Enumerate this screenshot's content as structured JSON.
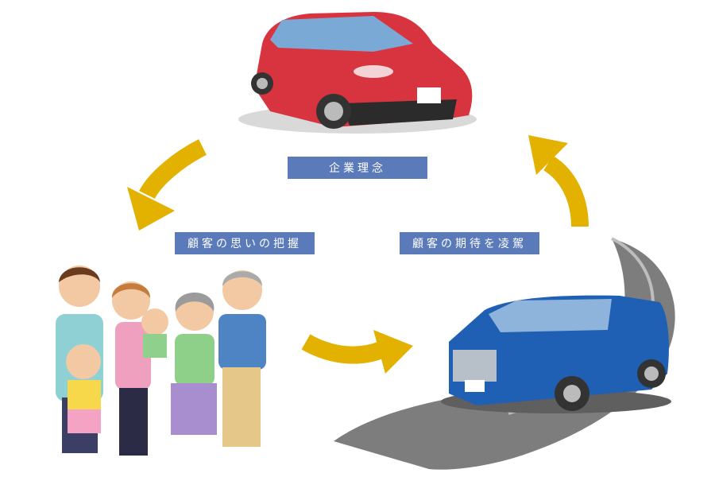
{
  "labels": {
    "philosophy": "企業理念",
    "understanding": "顧客の思いの把握",
    "exceeding": "顧客の期待を凌駕"
  },
  "colors": {
    "arrow": "#e3b100",
    "label_bg": "#5b7ab9",
    "red_car": "#d8343f",
    "blue_car": "#1f5fb4",
    "road": "#7d7d7d"
  },
  "icons": [
    "red-hatchback-car",
    "arrow-down-left",
    "arrow-right",
    "arrow-up",
    "family-group",
    "blue-minivan",
    "curved-road"
  ]
}
